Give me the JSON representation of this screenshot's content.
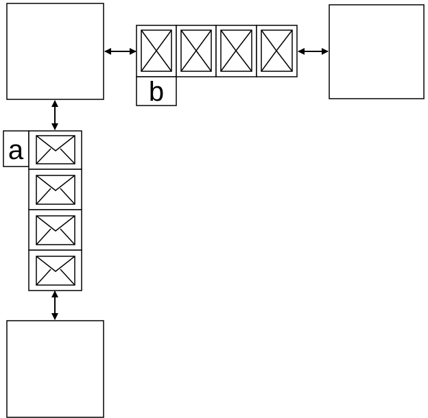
{
  "diagram": {
    "nodes": [
      {
        "id": "node-top-left"
      },
      {
        "id": "node-top-right"
      },
      {
        "id": "node-bottom-left"
      }
    ],
    "queues": [
      {
        "id": "queue-horizontal",
        "orientation": "horizontal",
        "message_count": 4,
        "envelope_style": "closed",
        "label": "b"
      },
      {
        "id": "queue-vertical",
        "orientation": "vertical",
        "message_count": 4,
        "envelope_style": "open",
        "label": "a"
      }
    ],
    "connections": [
      {
        "from": "node-top-left",
        "to": "queue-horizontal",
        "arrow": "bidirectional"
      },
      {
        "from": "queue-horizontal",
        "to": "node-top-right",
        "arrow": "bidirectional"
      },
      {
        "from": "node-top-left",
        "to": "queue-vertical",
        "arrow": "bidirectional"
      },
      {
        "from": "queue-vertical",
        "to": "node-bottom-left",
        "arrow": "bidirectional"
      }
    ]
  }
}
